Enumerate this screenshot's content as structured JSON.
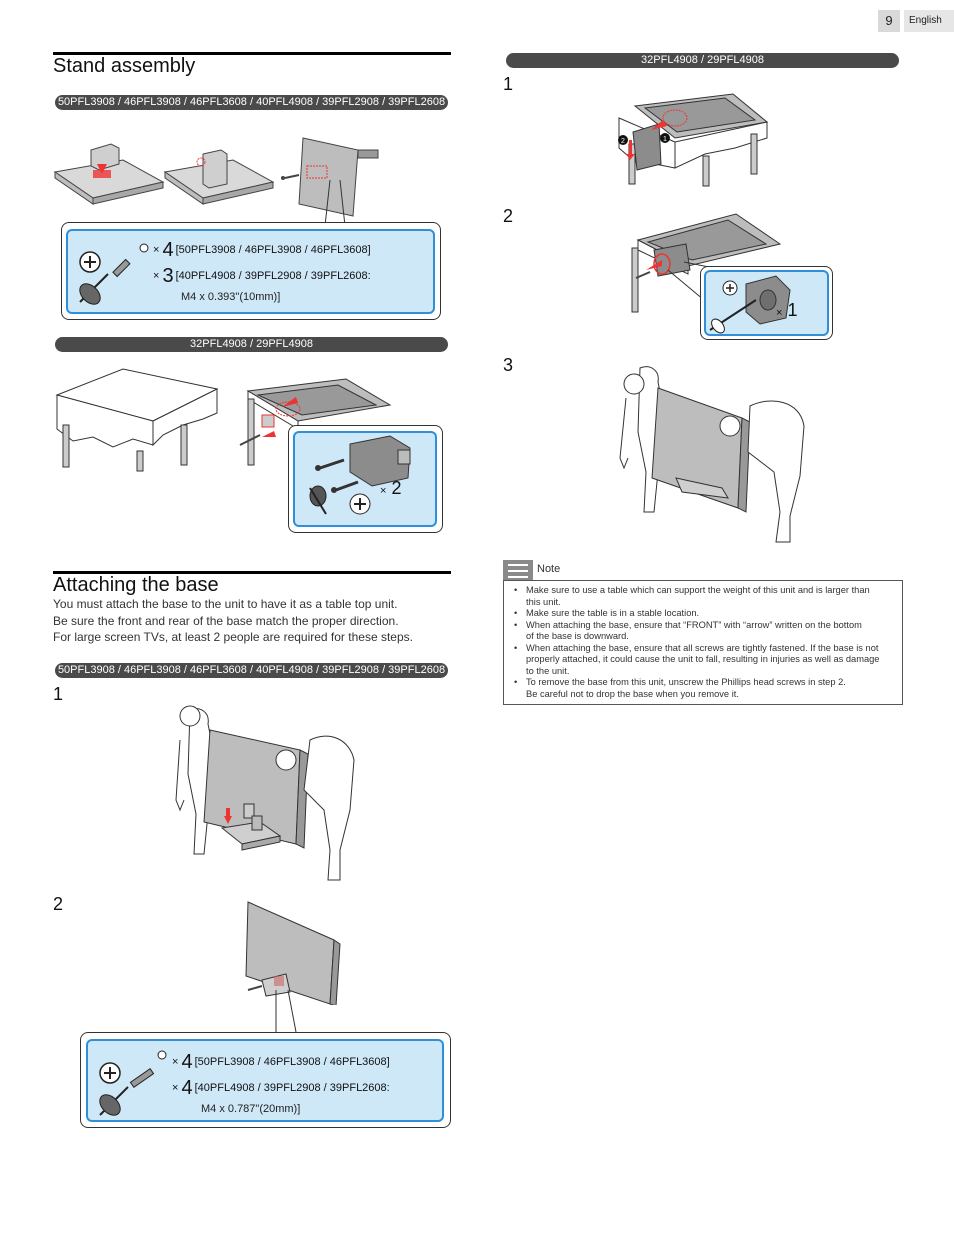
{
  "header": {
    "page_number": "9",
    "language": "English"
  },
  "stand_assembly": {
    "title": "Stand assembly",
    "models_a": "50PFL3908 / 46PFL3908 / 46PFL3608 / 40PFL4908 / 39PFL2908 / 39PFL2608",
    "screws_a_line1_mult": "×",
    "screws_a_line1_count": "4",
    "screws_a_line1_text": "[50PFL3908 / 46PFL3908 / 46PFL3608]",
    "screws_a_line2_mult": "×",
    "screws_a_line2_count": "3",
    "screws_a_line2_text": "[40PFL4908 / 39PFL2908 / 39PFL2608:",
    "screws_a_line2_sub": "M4 x 0.393\"(10mm)]",
    "models_b": "32PFL4908 / 29PFL4908",
    "screws_b_mult": "×",
    "screws_b_count": "2"
  },
  "attaching_base": {
    "title": "Attaching the base",
    "intro_lines": [
      "You must attach the base to the unit to have it as a table top unit.",
      "Be sure the front and rear of the base match the proper direction.",
      "For large screen TVs, at least 2 people are required for these steps."
    ],
    "models_a": "50PFL3908 / 46PFL3908 / 46PFL3608 / 40PFL4908 / 39PFL2908 / 39PFL2608",
    "step1": "1",
    "step2": "2",
    "screws_line1_mult": "×",
    "screws_line1_count": "4",
    "screws_line1_text": "[50PFL3908 / 46PFL3908 / 46PFL3608]",
    "screws_line2_mult": "×",
    "screws_line2_count": "4",
    "screws_line2_text": "[40PFL4908 / 39PFL2908 / 39PFL2608:",
    "screws_line2_sub": "M4 x 0.787\"(20mm)]"
  },
  "right_column": {
    "models": "32PFL4908 / 29PFL4908",
    "step1": "1",
    "step2": "2",
    "step3": "3",
    "callout_mult": "×",
    "callout_count": "1",
    "marker_1": "1",
    "marker_2": "2"
  },
  "note": {
    "label": "Note",
    "items": [
      "Make sure to use a table which can support the weight of this unit and is larger than",
      "this unit.",
      "Make sure the table is in a stable location.",
      "When attaching the base, ensure that “FRONT” with “arrow” written on the bottom",
      "of the base is downward.",
      "When attaching the base, ensure that all screws are tightly fastened. If the base is not",
      "properly attached, it could cause the unit to fall, resulting in injuries as well as damage",
      "to the unit.",
      "To remove the base from this unit, unscrew the Phillips head screws in step 2.",
      "Be careful not to drop the base when you remove it."
    ]
  }
}
